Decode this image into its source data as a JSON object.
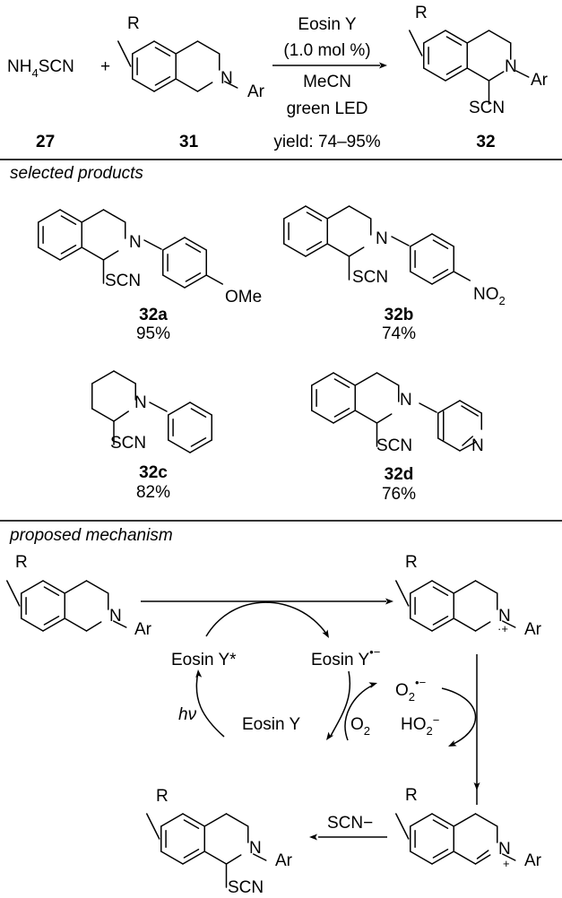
{
  "figure": {
    "reaction": {
      "reagent_1": {
        "formula_main": "NH",
        "formula_sub": "4",
        "formula_tail": "SCN",
        "compound_number": "27"
      },
      "plus_sign": "+",
      "substrate": {
        "compound_number": "31",
        "substituent": "R",
        "n_label": "N",
        "aryl": "Ar"
      },
      "conditions": [
        "Eosin Y",
        "(1.0 mol %)",
        "MeCN",
        "green LED"
      ],
      "yield_range": "yield: 74–95%",
      "product": {
        "compound_number": "32",
        "substituent": "R",
        "n_label": "N",
        "aryl": "Ar",
        "group": "SCN"
      }
    },
    "selected_products": {
      "heading": "selected products",
      "items": [
        {
          "id": "32a",
          "yield": "95%",
          "core": "tetrahydroisoquinoline",
          "aryl": "4-methoxyphenyl",
          "aryl_substituent": "OMe",
          "group": "SCN",
          "n_label": "N"
        },
        {
          "id": "32b",
          "yield": "74%",
          "core": "tetrahydroisoquinoline",
          "aryl": "4-nitrophenyl",
          "aryl_substituent_main": "NO",
          "aryl_substituent_sub": "2",
          "group": "SCN",
          "n_label": "N"
        },
        {
          "id": "32c",
          "yield": "82%",
          "core": "piperidine",
          "aryl": "phenyl",
          "group": "SCN",
          "n_label": "N"
        },
        {
          "id": "32d",
          "yield": "76%",
          "core": "tetrahydroisoquinoline",
          "aryl": "4-pyridyl",
          "ring_n": "N",
          "group": "SCN",
          "n_label": "N"
        }
      ]
    },
    "mechanism": {
      "heading": "proposed mechanism",
      "start": {
        "substituent": "R",
        "n_label": "N",
        "aryl": "Ar"
      },
      "radical_cation": {
        "substituent": "R",
        "n_label": "N",
        "charge": "·+",
        "aryl": "Ar"
      },
      "iminium": {
        "substituent": "R",
        "n_label": "N",
        "charge": "+",
        "aryl": "Ar"
      },
      "final_product": {
        "substituent": "R",
        "n_label": "N",
        "aryl": "Ar",
        "group": "SCN"
      },
      "cycle": {
        "excited": "Eosin Y*",
        "radical_anion_main": "Eosin Y",
        "radical_anion_charge": "•−",
        "ground": "Eosin Y",
        "light": "hν"
      },
      "oxygen": {
        "o2_main": "O",
        "o2_sub": "2",
        "superoxide_main": "O",
        "superoxide_sub": "2",
        "superoxide_charge": "•−",
        "hydroperoxide_main": "HO",
        "hydroperoxide_sub": "2",
        "hydroperoxide_charge": "−"
      },
      "nucleophile": "SCN−"
    }
  }
}
